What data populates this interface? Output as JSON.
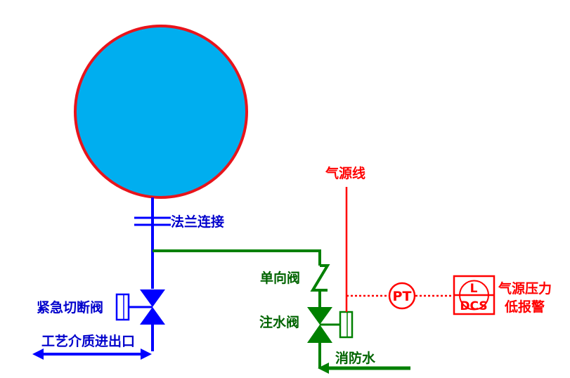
{
  "colors": {
    "tank_fill": "#00aeef",
    "tank_border": "#e8141b",
    "process": "#0000ff",
    "water": "#008000",
    "air": "#ff0000",
    "label_blue": "#0000cc",
    "label_green": "#006400",
    "label_red": "#ff0000"
  },
  "labels": {
    "flange": "法兰连接",
    "check_valve": "单向阀",
    "emergency_valve": "紧急切断阀",
    "inlet_outlet": "工艺介质进出口",
    "injection_valve": "注水阀",
    "fire_water": "消防水",
    "air_line": "气源线",
    "pt": "PT",
    "alarm_top": "L",
    "alarm_bottom": "DCS",
    "alarm_desc_line1": "气源压力",
    "alarm_desc_line2": "低报警"
  }
}
